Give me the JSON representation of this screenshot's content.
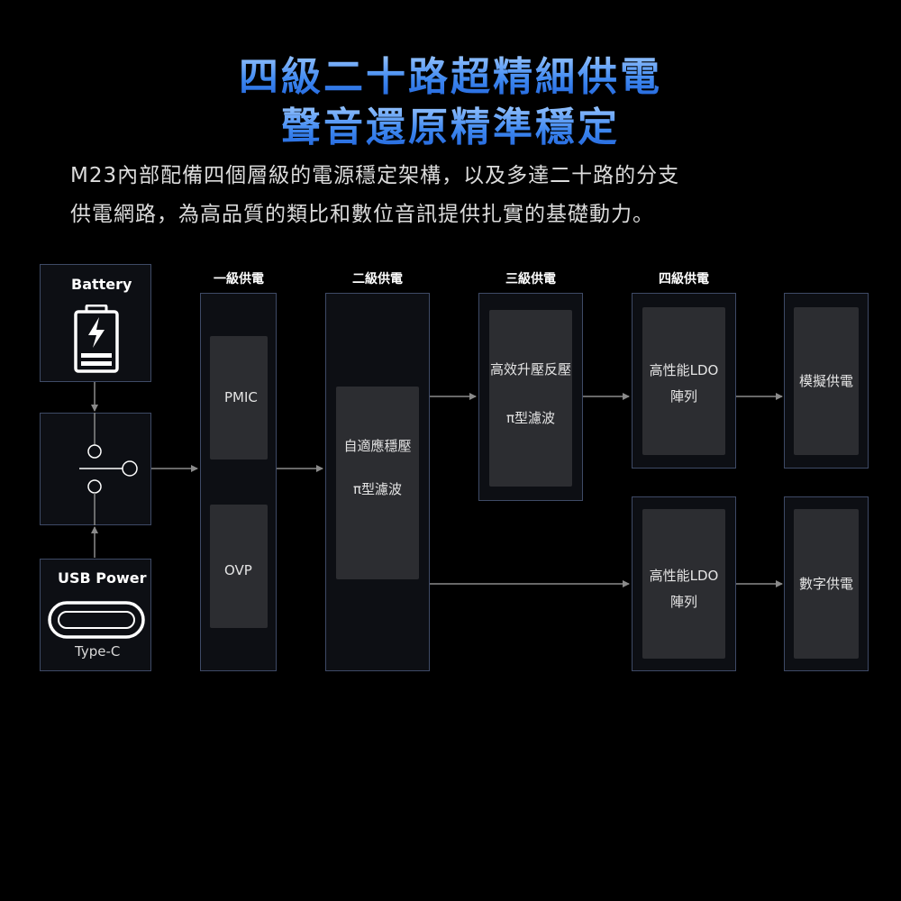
{
  "headline": {
    "line1": "四級二十路超精細供電",
    "line2": "聲音還原精準穩定"
  },
  "description": {
    "line1": "M23內部配備四個層級的電源穩定架構，以及多達二十路的分支",
    "line2": "供電網路，為高品質的類比和數位音訊提供扎實的基礎動力。"
  },
  "stages": {
    "stage1": "一級供電",
    "stage2": "二級供電",
    "stage3": "三級供電",
    "stage4": "四級供電"
  },
  "sources": {
    "battery": "Battery",
    "usb": "USB Power",
    "usb_type": "Type-C"
  },
  "blocks": {
    "pmic": "PMIC",
    "ovp": "OVP",
    "adaptive": "自適應穩壓",
    "pi_filter_2": "π型濾波",
    "boost": "高效升壓反壓",
    "pi_filter_3": "π型濾波",
    "ldo_top_1": "高性能LDO",
    "ldo_top_2": "陣列",
    "ldo_bottom_1": "高性能LDO",
    "ldo_bottom_2": "陣列",
    "analog": "模擬供電",
    "digital": "數字供電"
  },
  "colors": {
    "accent_blue": "#3d87f0",
    "panel_border": "#3e4a66",
    "block_fill": "#2c2d31",
    "connector": "#8a8a8a"
  }
}
